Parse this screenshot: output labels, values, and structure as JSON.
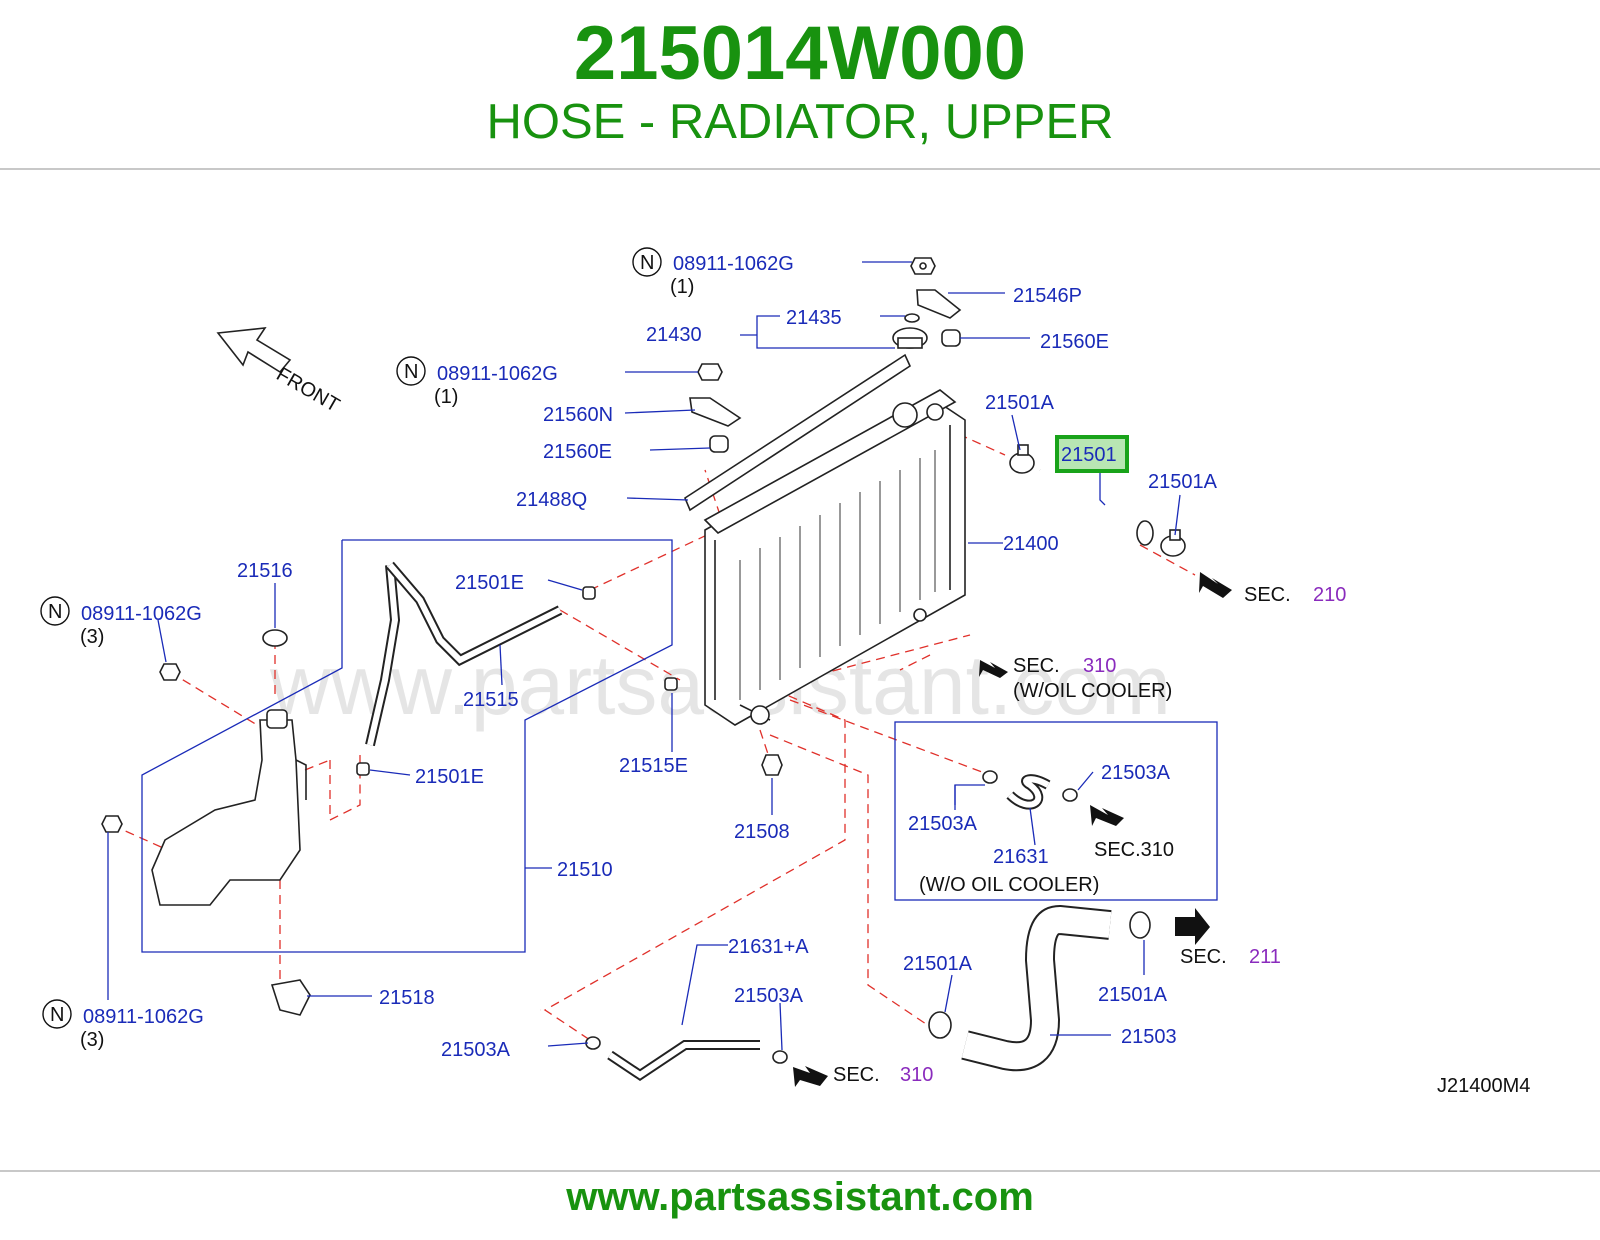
{
  "header": {
    "part_number": "215014W000",
    "part_name": "HOSE - RADIATOR, UPPER"
  },
  "footer": {
    "site": "www.partsassistant.com"
  },
  "watermark": "www.partsassistant.com",
  "diagram_code": "J21400M4",
  "front_label": "FRONT",
  "labels": {
    "nut_top": "08911-1062G",
    "nut_top_qty": "(1)",
    "p21546P": "21546P",
    "p21435": "21435",
    "p21430": "21430",
    "p21560E_top": "21560E",
    "nut_mid": "08911-1062G",
    "nut_mid_qty": "(1)",
    "p21560N": "21560N",
    "p21560E_mid": "21560E",
    "p21488Q": "21488Q",
    "p21501A_1": "21501A",
    "p21501": "21501",
    "p21501A_2": "21501A",
    "p21400": "21400",
    "p21516": "21516",
    "nut_left": "08911-1062G",
    "nut_left_qty": "(3)",
    "p21501E_1": "21501E",
    "p21515": "21515",
    "p21501E_2": "21501E",
    "p21515E": "21515E",
    "p21508": "21508",
    "p21510": "21510",
    "p21518": "21518",
    "nut_bottom": "08911-1062G",
    "nut_bottom_qty": "(3)",
    "p21503A_1": "21503A",
    "p21503A_2": "21503A",
    "p21631": "21631",
    "p21503A_3": "21503A",
    "p21631A": "21631+A",
    "p21503A_4": "21503A",
    "p21501A_3": "21501A",
    "p21501A_4": "21501A",
    "p21503": "21503"
  },
  "sec_refs": {
    "sec210": {
      "prefix": "SEC.",
      "num": "210"
    },
    "sec310_top": {
      "prefix": "SEC.",
      "num": "310",
      "note": "(W/OIL  COOLER)"
    },
    "sec310_box": {
      "text": "SEC.310"
    },
    "sec211": {
      "prefix": "SEC.",
      "num": "211"
    },
    "sec310_bottom": {
      "prefix": "SEC.",
      "num": "310"
    }
  },
  "box_note": "(W/O  OIL  COOLER)",
  "nut_symbol": "N",
  "colors": {
    "brand_green": "#18920f",
    "label_blue": "#1a2bb8",
    "sec_purple": "#8a2bbd",
    "highlight": "#19a31a"
  }
}
